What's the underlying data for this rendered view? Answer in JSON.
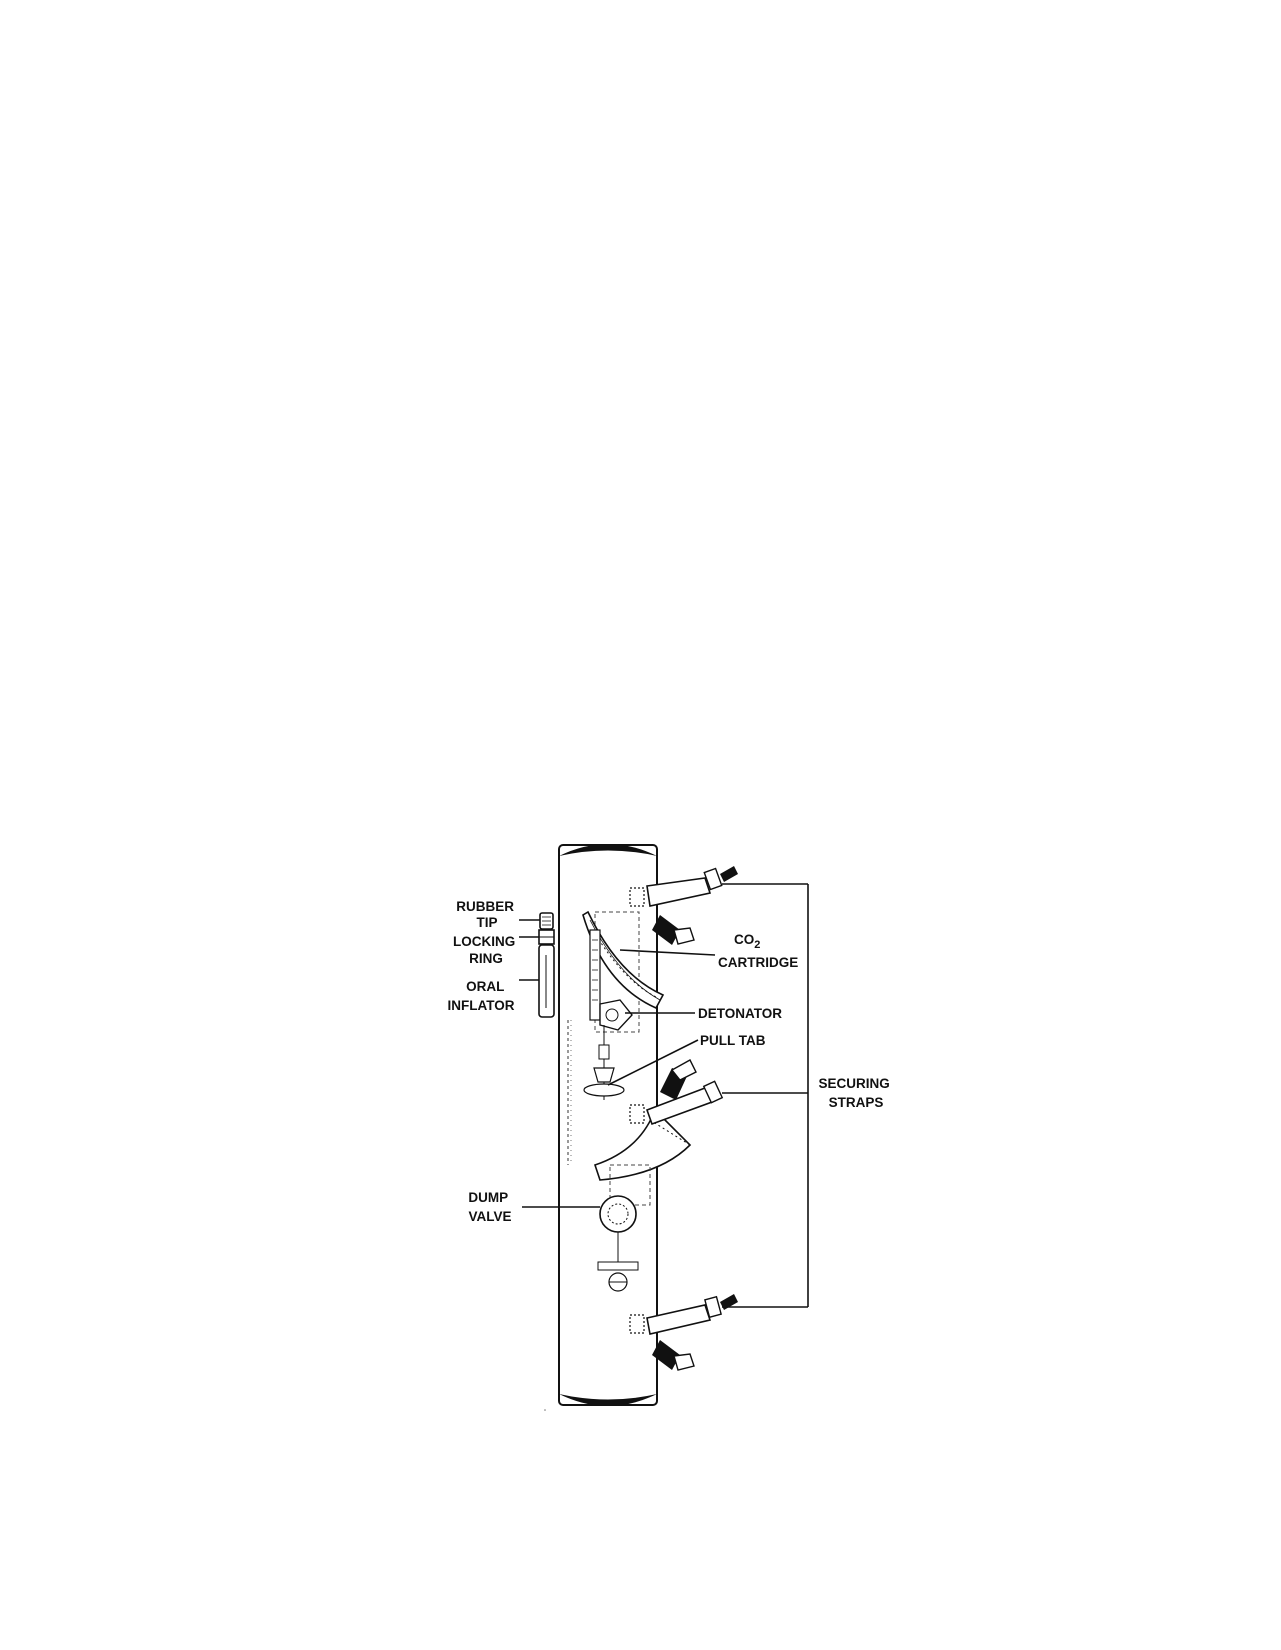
{
  "labels": {
    "rubber_tip": [
      "RUBBER",
      "TIP"
    ],
    "locking_ring": [
      "LOCKING",
      "RING"
    ],
    "oral_inflator": [
      "ORAL",
      "INFLATOR"
    ],
    "co2_prefix": "CO",
    "co2_sub": "2",
    "cartridge": "CARTRIDGE",
    "detonator": "DETONATOR",
    "pull_tab": "PULL TAB",
    "securing_straps": [
      "SECURING",
      "STRAPS"
    ],
    "dump_valve": [
      "DUMP",
      "VALVE"
    ]
  },
  "colors": {
    "ink": "#111111",
    "paper": "#ffffff"
  }
}
